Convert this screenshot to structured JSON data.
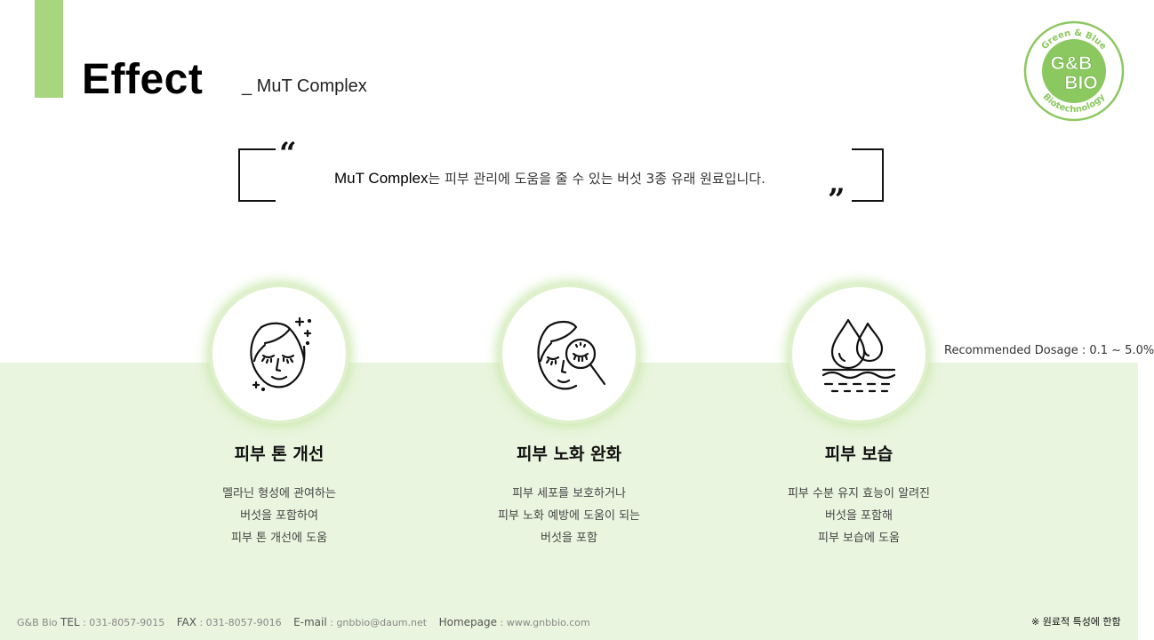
{
  "header": {
    "title": "Effect",
    "subtitle": "_ MuT Complex"
  },
  "logo": {
    "top_text": "Green & Blue",
    "main_line1": "G&B",
    "main_line2": "BIO",
    "bottom_text": "Biotechnology"
  },
  "quote": {
    "open_mark": "“",
    "close_mark": "”",
    "product": "MuT Complex",
    "text": "는 피부 관리에 도움을 줄 수 있는 버섯 3종 유래 원료입니다."
  },
  "dosage": "Recommended Dosage : 0.1 ~ 5.0%",
  "features": [
    {
      "icon": "face-sparkle-icon",
      "title": "피부 톤 개선",
      "lines": [
        "멜라닌 형성에 관여하는",
        "버섯을 포함하여",
        "피부 톤 개선에 도움"
      ]
    },
    {
      "icon": "face-magnifier-icon",
      "title": "피부 노화 완화",
      "lines": [
        "피부 세포를 보호하거나",
        "피부 노화 예방에 도움이 되는",
        "버섯을 포함"
      ]
    },
    {
      "icon": "water-drops-icon",
      "title": "피부 보습",
      "lines": [
        "피부 수분 유지 효능이 알려진",
        "버섯을 포함해",
        "피부 보습에 도움"
      ]
    }
  ],
  "footer": {
    "company": "G&B Bio",
    "tel_label": "TEL",
    "tel": ": 031-8057-9015",
    "fax_label": "FAX",
    "fax": ": 031-8057-9016",
    "email_label": "E-mail",
    "email": ": gnbbio@daum.net",
    "homepage_label": "Homepage",
    "homepage": ": www.gnbbio.com"
  },
  "footnote": "※ 원료적 특성에 한함"
}
